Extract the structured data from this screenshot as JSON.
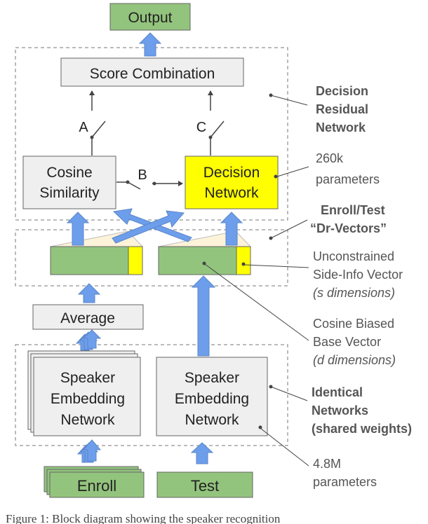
{
  "boxes": {
    "output": "Output",
    "score_combination": "Score Combination",
    "cosine_line1": "Cosine",
    "cosine_line2": "Similarity",
    "decision_line1": "Decision",
    "decision_line2": "Network",
    "average": "Average",
    "speaker_left_line1": "Speaker",
    "speaker_left_line2": "Embedding",
    "speaker_left_line3": "Network",
    "speaker_right_line1": "Speaker",
    "speaker_right_line2": "Embedding",
    "speaker_right_line3": "Network",
    "enroll": "Enroll",
    "test": "Test"
  },
  "switches": {
    "a": "A",
    "b": "B",
    "c": "C"
  },
  "annotations": {
    "decision_residual_line1": "Decision",
    "decision_residual_line2": "Residual",
    "decision_residual_line3": "Network",
    "params_260k_line1": "260k",
    "params_260k_line2": "parameters",
    "dr_vectors_line1": "Enroll/Test",
    "dr_vectors_line2": "“Dr-Vectors”",
    "side_info_line1": "Unconstrained",
    "side_info_line2": "Side-Info Vector",
    "side_info_line3": "(s dimensions)",
    "base_vector_line1": "Cosine Biased",
    "base_vector_line2": "Base Vector",
    "base_vector_line3": "(d dimensions)",
    "identical_line1": "Identical",
    "identical_line2": "Networks",
    "identical_line3": "(shared weights)",
    "params_48m_line1": "4.8M",
    "params_48m_line2": "parameters"
  },
  "caption": "Figure 1: Block diagram showing the speaker recognition",
  "colors": {
    "green": "#93c47d",
    "grey_box": "#efefef",
    "yellow": "#ffff00",
    "arrow_blue": "#6d9eeb",
    "border": "#555555"
  }
}
